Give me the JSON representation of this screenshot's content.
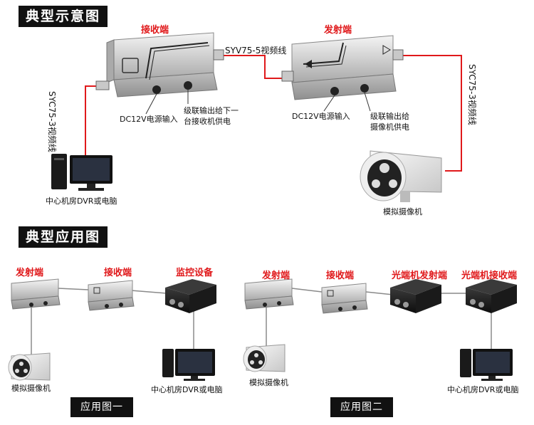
{
  "sections": {
    "typical_diagram": "典型示意图",
    "typical_application": "典型应用图"
  },
  "top_diagram": {
    "receiver_title": "接收端",
    "transmitter_title": "发射端",
    "cable_main": "SYV75-5视频线",
    "cable_left": "SYC75-3视频线",
    "cable_right": "SYC75-3视频线",
    "receiver_dc_input": "DC12V电源输入",
    "receiver_cascade": [
      "级联输出给下一",
      "台接收机供电"
    ],
    "transmitter_dc_input": "DC12V电源输入",
    "transmitter_cascade": [
      "级联输出给",
      "摄像机供电"
    ],
    "pc_label": "中心机房DVR或电脑",
    "camera_label": "模拟摄像机"
  },
  "app1": {
    "transmitter": "发射端",
    "receiver": "接收端",
    "monitor_device": "监控设备",
    "camera_label": "模拟摄像机",
    "pc_label": "中心机房DVR或电脑",
    "footer": "应用图一"
  },
  "app2": {
    "transmitter": "发射端",
    "receiver": "接收端",
    "optical_tx": "光端机发射端",
    "optical_rx": "光端机接收端",
    "camera_label": "模拟摄像机",
    "pc_label": "中心机房DVR或电脑",
    "footer": "应用图二"
  },
  "colors": {
    "wire": "#e0191b",
    "wire_gray": "#8a8a8a",
    "title_bg": "#111111"
  }
}
